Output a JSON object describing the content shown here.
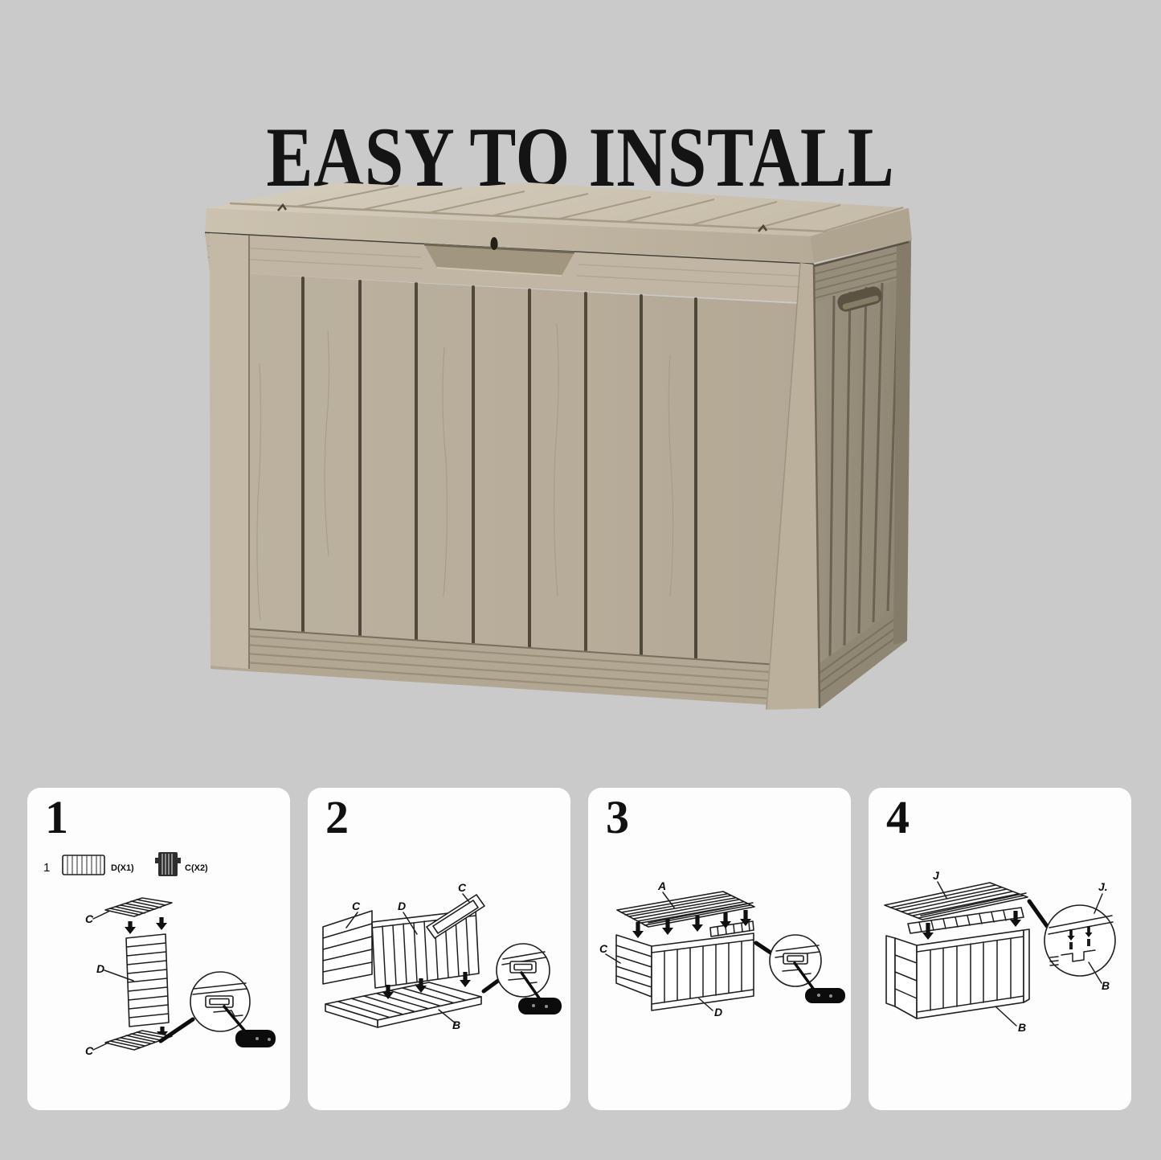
{
  "page": {
    "title": "EASY TO INSTALL",
    "background": "#cacaca"
  },
  "colors": {
    "card_bg": "#fdfdfd",
    "title_text": "#141414",
    "line_art": "#1f1f1f",
    "box_lid_top": "#cfc7b5",
    "box_front": "#b8ae9b",
    "box_side": "#968e7b",
    "box_seam": "#453e2f"
  },
  "steps": [
    {
      "number": "1",
      "legend": {
        "qty": "1",
        "part1": "D(X1)",
        "part2": "C(X2)"
      },
      "labels": {
        "top": "C",
        "middle": "D",
        "bottom": "C"
      }
    },
    {
      "number": "2",
      "labels": {
        "left": "C",
        "back": "D",
        "right": "C",
        "base": "B"
      }
    },
    {
      "number": "3",
      "labels": {
        "lid": "A",
        "side": "C",
        "front": "D"
      }
    },
    {
      "number": "4",
      "labels": {
        "lid": "J",
        "box": "B",
        "detail_top": "J.",
        "detail_bottom": "B"
      }
    }
  ]
}
